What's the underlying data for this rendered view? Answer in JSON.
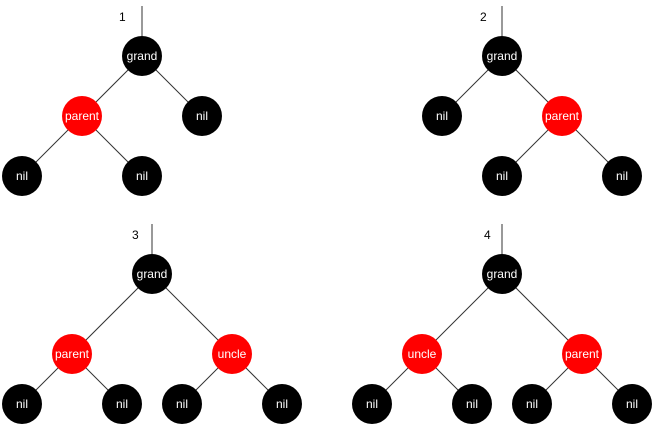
{
  "colors": {
    "black_node": "#000000",
    "red_node": "#ff0000",
    "node_text": "#ffffff",
    "edge": "#333333"
  },
  "trees": [
    {
      "number": "1",
      "nodes": [
        {
          "id": "g",
          "label": "grand",
          "color": "black"
        },
        {
          "id": "p",
          "label": "parent",
          "color": "red"
        },
        {
          "id": "n1",
          "label": "nil",
          "color": "black"
        },
        {
          "id": "n2",
          "label": "nil",
          "color": "black"
        },
        {
          "id": "n3",
          "label": "nil",
          "color": "black"
        }
      ],
      "edges": [
        [
          "g",
          "p"
        ],
        [
          "g",
          "n1"
        ],
        [
          "p",
          "n2"
        ],
        [
          "p",
          "n3"
        ]
      ]
    },
    {
      "number": "2",
      "nodes": [
        {
          "id": "g",
          "label": "grand",
          "color": "black"
        },
        {
          "id": "n1",
          "label": "nil",
          "color": "black"
        },
        {
          "id": "p",
          "label": "parent",
          "color": "red"
        },
        {
          "id": "n2",
          "label": "nil",
          "color": "black"
        },
        {
          "id": "n3",
          "label": "nil",
          "color": "black"
        }
      ],
      "edges": [
        [
          "g",
          "n1"
        ],
        [
          "g",
          "p"
        ],
        [
          "p",
          "n2"
        ],
        [
          "p",
          "n3"
        ]
      ]
    },
    {
      "number": "3",
      "nodes": [
        {
          "id": "g",
          "label": "grand",
          "color": "black"
        },
        {
          "id": "p",
          "label": "parent",
          "color": "red"
        },
        {
          "id": "u",
          "label": "uncle",
          "color": "red"
        },
        {
          "id": "n1",
          "label": "nil",
          "color": "black"
        },
        {
          "id": "n2",
          "label": "nil",
          "color": "black"
        },
        {
          "id": "n3",
          "label": "nil",
          "color": "black"
        },
        {
          "id": "n4",
          "label": "nil",
          "color": "black"
        }
      ],
      "edges": [
        [
          "g",
          "p"
        ],
        [
          "g",
          "u"
        ],
        [
          "p",
          "n1"
        ],
        [
          "p",
          "n2"
        ],
        [
          "u",
          "n3"
        ],
        [
          "u",
          "n4"
        ]
      ]
    },
    {
      "number": "4",
      "nodes": [
        {
          "id": "g",
          "label": "grand",
          "color": "black"
        },
        {
          "id": "u",
          "label": "uncle",
          "color": "red"
        },
        {
          "id": "p",
          "label": "parent",
          "color": "red"
        },
        {
          "id": "n1",
          "label": "nil",
          "color": "black"
        },
        {
          "id": "n2",
          "label": "nil",
          "color": "black"
        },
        {
          "id": "n3",
          "label": "nil",
          "color": "black"
        },
        {
          "id": "n4",
          "label": "nil",
          "color": "black"
        }
      ],
      "edges": [
        [
          "g",
          "u"
        ],
        [
          "g",
          "p"
        ],
        [
          "u",
          "n1"
        ],
        [
          "u",
          "n2"
        ],
        [
          "p",
          "n3"
        ],
        [
          "p",
          "n4"
        ]
      ]
    }
  ]
}
